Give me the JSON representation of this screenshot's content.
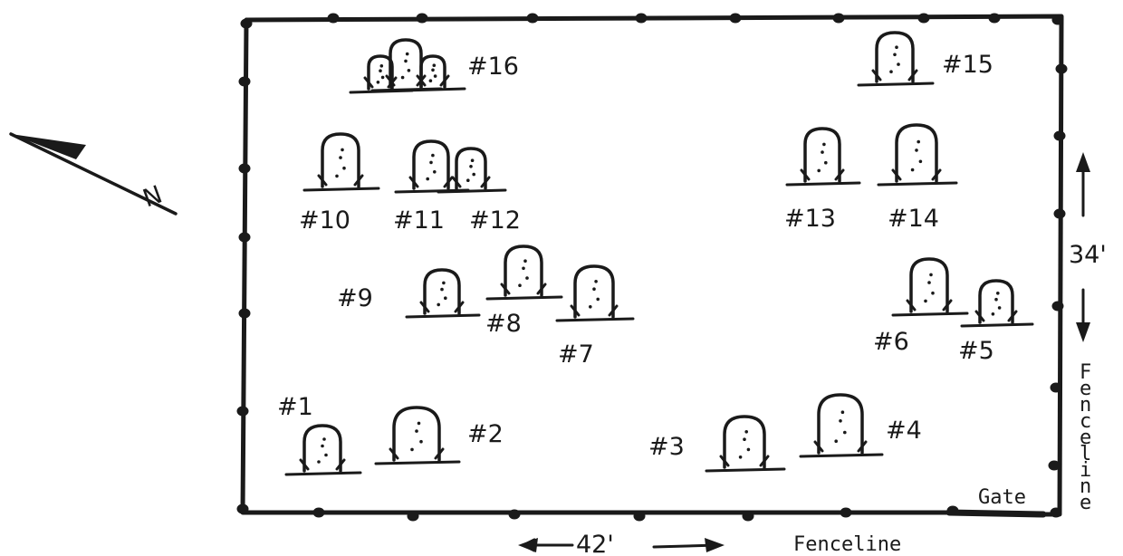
{
  "plot_map": {
    "graves": [
      {
        "label": "#1"
      },
      {
        "label": "#2"
      },
      {
        "label": "#3"
      },
      {
        "label": "#4"
      },
      {
        "label": "#5"
      },
      {
        "label": "#6"
      },
      {
        "label": "#7"
      },
      {
        "label": "#8"
      },
      {
        "label": "#9"
      },
      {
        "label": "#10"
      },
      {
        "label": "#11"
      },
      {
        "label": "#12"
      },
      {
        "label": "#13"
      },
      {
        "label": "#14"
      },
      {
        "label": "#15"
      },
      {
        "label": "#16"
      }
    ],
    "north_label": "N",
    "width_dimension": "42'",
    "depth_dimension": "34'",
    "gate_label": "Gate",
    "bottom_fence_label": "Fenceline",
    "side_fence_label": "Fenceline"
  }
}
